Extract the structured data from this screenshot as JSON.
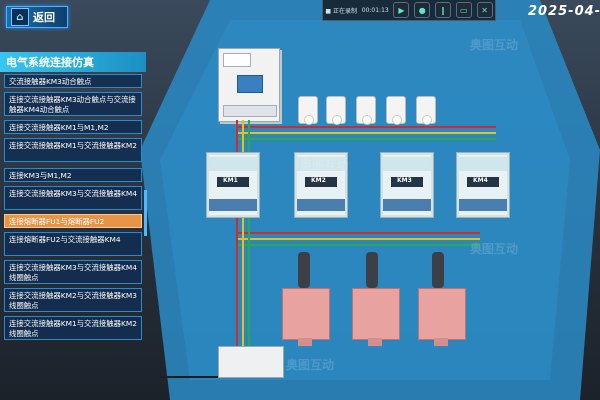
{
  "header": {
    "back_label": "返回",
    "date": "2025-04-"
  },
  "toolbar": {
    "status_text": "■ 正在录制",
    "time_text": "00:01:13"
  },
  "panel": {
    "title": "电气系统连接仿真",
    "items": [
      {
        "label": "交流接触器KM3动合触点"
      },
      {
        "label": "连接交流接触器KM3动合触点与交流接触器KM4动合触点"
      },
      {
        "label": "连接交流接触器KM1与M1,M2"
      },
      {
        "label": "连接交流接触器KM1与交流接触器KM2"
      },
      {
        "label": "连接KM3与M1,M2"
      },
      {
        "label": "连接交流接触器KM3与交流接触器KM4"
      },
      {
        "label": "连接熔断器FU1与熔断器FU2"
      },
      {
        "label": "连接熔断器FU2与交流接触器KM4"
      },
      {
        "label": "连接交流接触器KM3与交流接触器KM4线圈触点"
      },
      {
        "label": "连接交流接触器KM2与交流接触器KM3线圈触点"
      },
      {
        "label": "连接交流接触器KM1与交流接触器KM2线圈触点"
      }
    ]
  },
  "scene": {
    "contactor_labels": [
      "KM1",
      "KM2",
      "KM3",
      "KM4"
    ],
    "watermark": "奥图互动"
  },
  "colors": {
    "accent": "#37c7f0",
    "active_item": "#e59448",
    "item_bg": "#122e52",
    "floor": "#2f8ac0"
  }
}
